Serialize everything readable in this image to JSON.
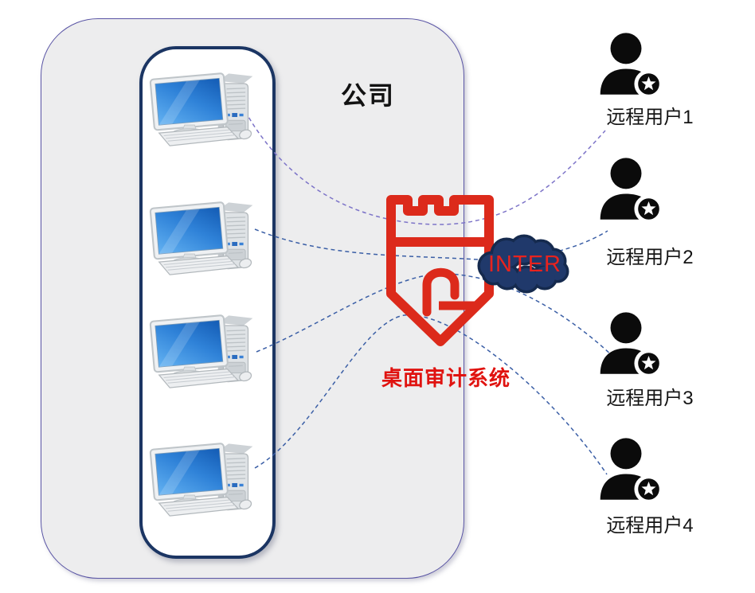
{
  "company_zone": {
    "label": "公司",
    "fill_color": "#ededee",
    "border_color": "#5a55a5"
  },
  "lan_zone": {
    "border_color": "#1b3563"
  },
  "workstations": [
    {
      "name": "workstation-1",
      "icon": "desktop-computer-icon"
    },
    {
      "name": "workstation-2",
      "icon": "desktop-computer-icon"
    },
    {
      "name": "workstation-3",
      "icon": "desktop-computer-icon"
    },
    {
      "name": "workstation-4",
      "icon": "desktop-computer-icon"
    }
  ],
  "audit_system": {
    "label": "桌面审计系统",
    "icon": "castle-shield-icon",
    "label_color": "#e01310",
    "icon_color": "#dc2a1b"
  },
  "internet_cloud": {
    "label": "INTER",
    "label_color": "#e8231e",
    "fill_color": "#20396b",
    "icon": "cloud-icon"
  },
  "remote_users": [
    {
      "label": "远程用户1",
      "icon": "user-star-icon"
    },
    {
      "label": "远程用户2",
      "icon": "user-star-icon"
    },
    {
      "label": "远程用户3",
      "icon": "user-star-icon"
    },
    {
      "label": "远程用户4",
      "icon": "user-star-icon"
    }
  ],
  "connections": [
    {
      "from": "workstation-1",
      "to": "remote-user-1",
      "style": "dashed",
      "color": "#7d74c8"
    },
    {
      "from": "workstation-2",
      "to": "remote-user-2",
      "style": "dashed",
      "color": "#3b5fa6"
    },
    {
      "from": "workstation-3",
      "to": "remote-user-3",
      "style": "dashed",
      "color": "#3b5fa6"
    },
    {
      "from": "workstation-4",
      "to": "remote-user-4",
      "style": "dashed",
      "color": "#3b5fa6"
    }
  ]
}
